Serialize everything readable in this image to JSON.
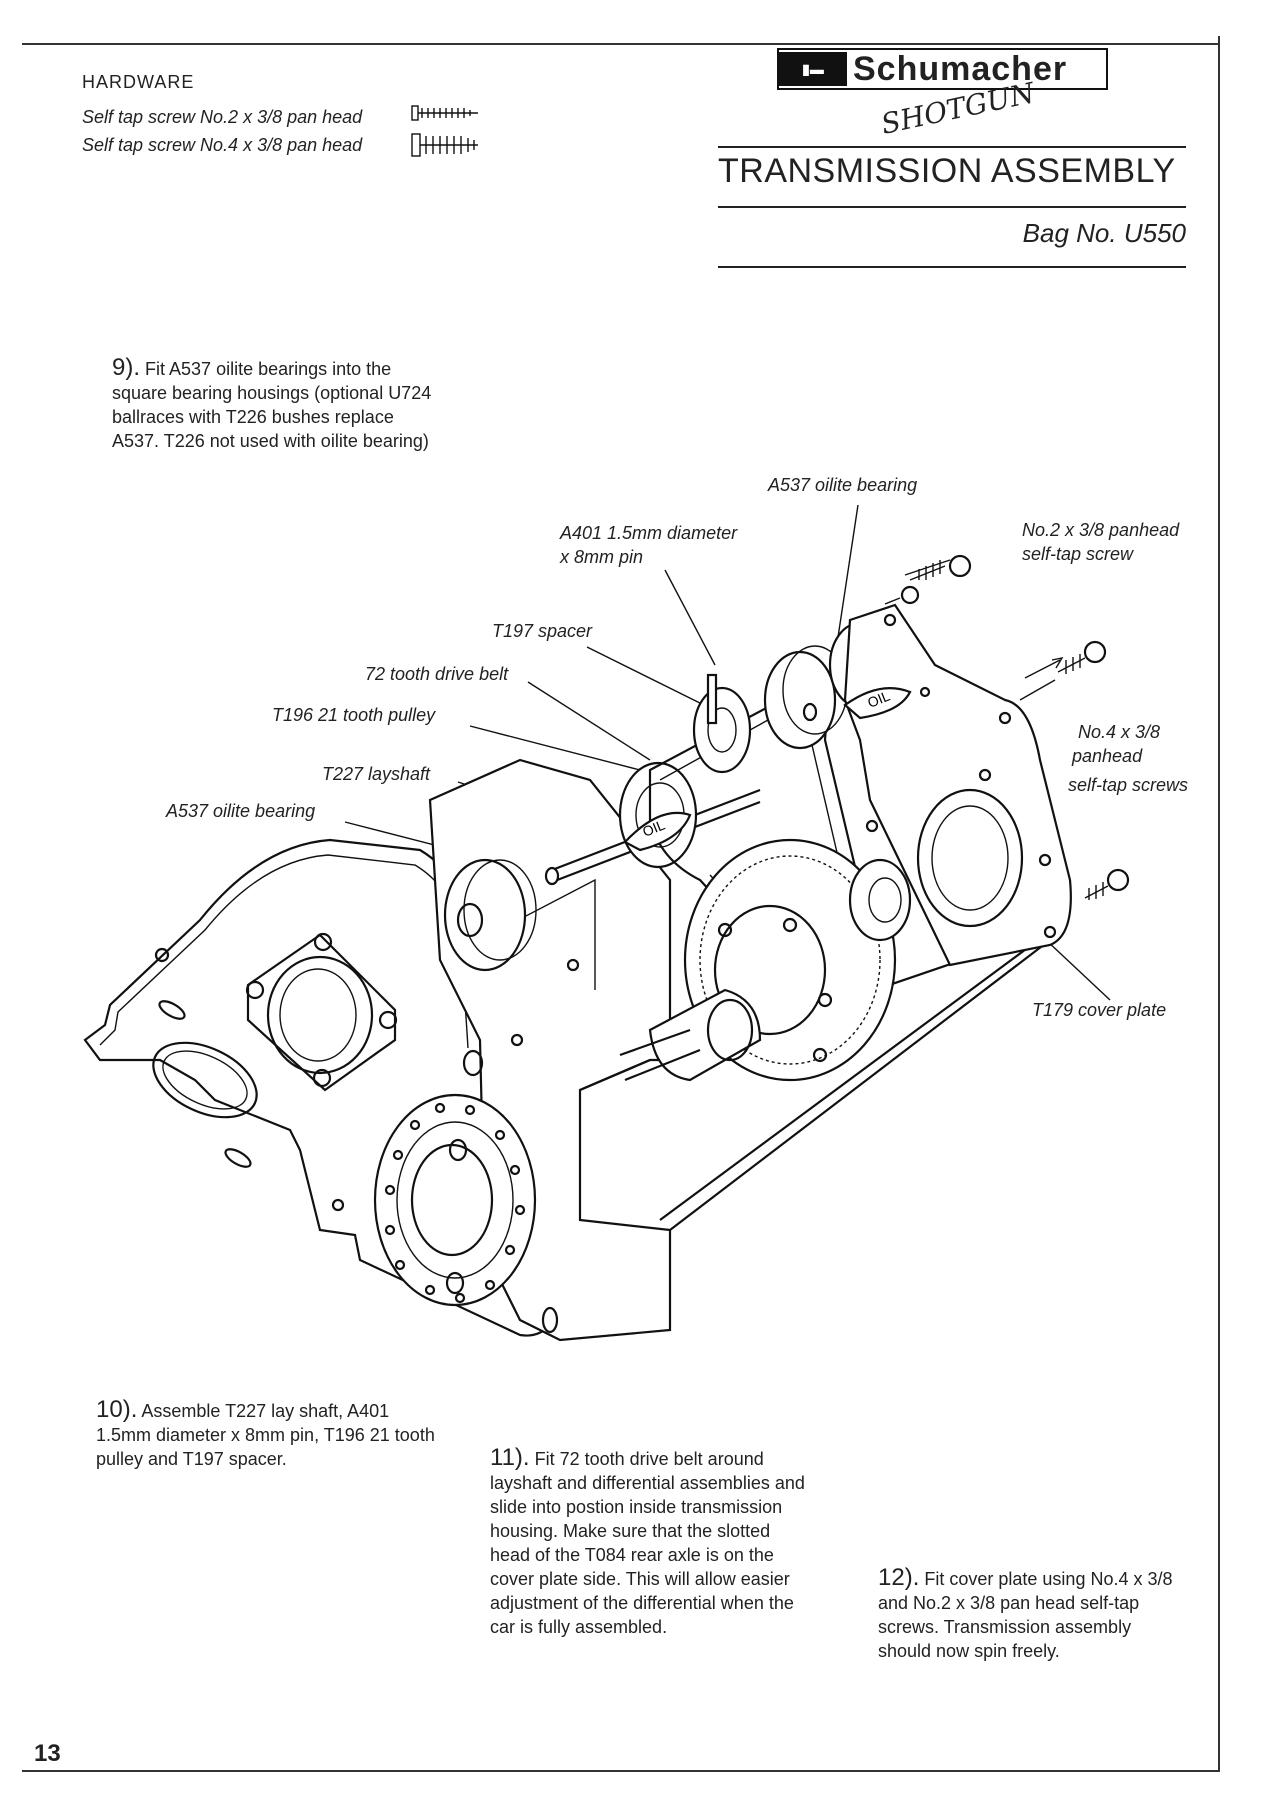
{
  "hardware": {
    "title": "HARDWARE",
    "items": [
      "Self tap screw No.2 x 3/8 pan head",
      "Self tap screw No.4 x 3/8 pan head"
    ]
  },
  "header": {
    "brand": "Schumacher",
    "model": "SHOTGUN",
    "title": "TRANSMISSION ASSEMBLY",
    "bag": "Bag No. U550"
  },
  "steps": {
    "s9": {
      "num": "9).",
      "text": "Fit A537 oilite bearings into the square bearing housings (optional U724 ballraces with T226 bushes replace A537. T226 not used with oilite bearing)"
    },
    "s10": {
      "num": "10).",
      "text": "Assemble T227 lay shaft, A401 1.5mm diameter x 8mm pin, T196 21 tooth pulley and T197 spacer."
    },
    "s11": {
      "num": "11).",
      "text": "Fit 72 tooth drive belt around layshaft and differential assemblies and slide into postion inside transmission housing. Make sure that the slotted head of the T084 rear axle is on the cover plate side. This will allow easier adjustment of the differential when the car is fully assembled."
    },
    "s12": {
      "num": "12).",
      "text": "Fit cover plate using No.4 x 3/8 and No.2 x 3/8 pan head self-tap screws. Transmission assembly should now spin freely."
    }
  },
  "labels": {
    "a537_top": "A537 oilite bearing",
    "a401_1": "A401 1.5mm diameter",
    "a401_2": "x 8mm pin",
    "no2_1": "No.2 x 3/8 panhead",
    "no2_2": "self-tap screw",
    "t197": "T197 spacer",
    "belt": "72 tooth drive belt",
    "t196": "T196 21 tooth pulley",
    "no4_1": "No.4 x 3/8",
    "no4_2": "panhead",
    "no4_3": "self-tap screws",
    "t227": "T227 layshaft",
    "a537_left": "A537 oilite bearing",
    "t179": "T179 cover plate",
    "oil": "OIL"
  },
  "page_number": "13"
}
